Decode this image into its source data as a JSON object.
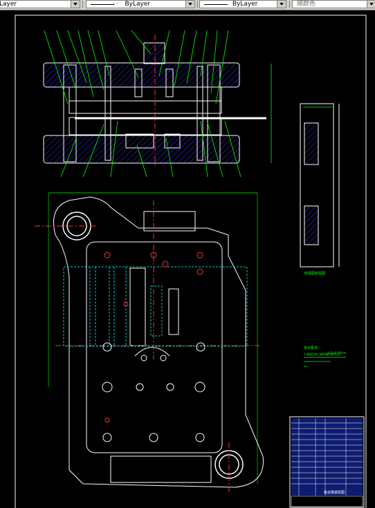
{
  "toolbar": {
    "layer_combo": {
      "value": "Layer"
    },
    "linetype_combo": {
      "value": "ByLayer"
    },
    "lineweight_combo": {
      "value": "ByLayer"
    },
    "color_combo": {
      "value": "随颜色"
    }
  },
  "drawing": {
    "side_view_caption": "俯视图剖视图",
    "notes_title": "技术要求",
    "notes_text": "1.装配后的凸模凹模间隙均匀。",
    "notes_value": "0.5~0.08mm",
    "title_block_heading": "级进模装配图"
  },
  "colors": {
    "background": "#000000",
    "outline": "#ffffff",
    "leader": "#00ff00",
    "hatch": "#3333ff",
    "center": "#ff3333",
    "hidden": "#00cccc",
    "frame": "#ffffff",
    "dimension": "#00ff00",
    "title_block": "#2244ff"
  }
}
